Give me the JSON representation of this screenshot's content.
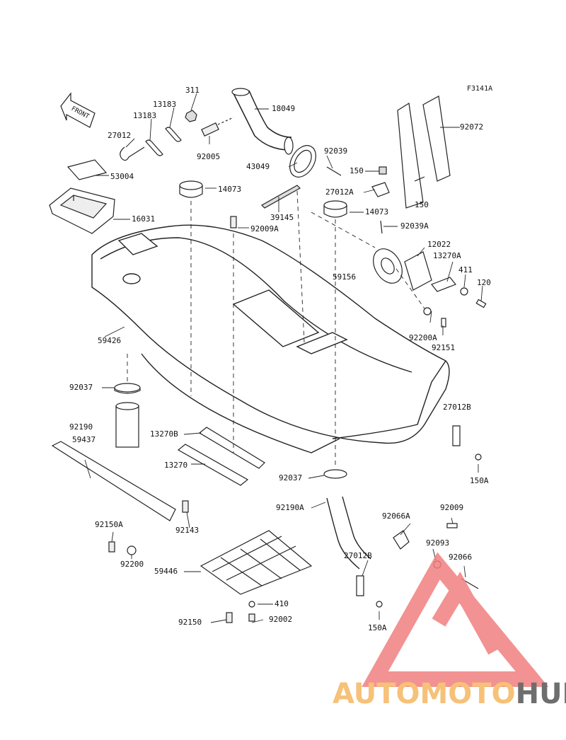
{
  "diagram": {
    "figure_code": "F3141A",
    "front_label": "FRONT",
    "parts": {
      "p311": "311",
      "p18049": "18049",
      "p13183a": "13183",
      "p13183b": "13183",
      "p92072": "92072",
      "p27012": "27012",
      "p92005": "92005",
      "p92039": "92039",
      "p43049": "43049",
      "p150a": "150",
      "p53004": "53004",
      "p14073a": "14073",
      "p27012A": "27012A",
      "p14073b": "14073",
      "p150b": "150",
      "p39145": "39145",
      "p16031": "16031",
      "p92009A": "92009A",
      "p92039A": "92039A",
      "p12022": "12022",
      "p13270A": "13270A",
      "p411": "411",
      "p59156": "59156",
      "p120": "120",
      "p92200A": "92200A",
      "p59426": "59426",
      "p92151": "92151",
      "p92037a": "92037",
      "p27012B_top": "27012B",
      "p92190": "92190",
      "p13270B": "13270B",
      "p59437": "59437",
      "p13270": "13270",
      "p92037b": "92037",
      "p150A_top": "150A",
      "p92190A": "92190A",
      "p92066A": "92066A",
      "p92009": "92009",
      "p92150A": "92150A",
      "p92143": "92143",
      "p92093": "92093",
      "p27012B": "27012B",
      "p92066": "92066",
      "p92200": "92200",
      "p59446": "59446",
      "p410": "410",
      "p92150": "92150",
      "p92002": "92002",
      "p150A": "150A"
    }
  },
  "watermark": {
    "part1": "AUTOMOTO",
    "part2": "HUB",
    "color_orange": "#f6c178",
    "color_gray": "#6e6e6e",
    "color_red": "#f08080"
  }
}
